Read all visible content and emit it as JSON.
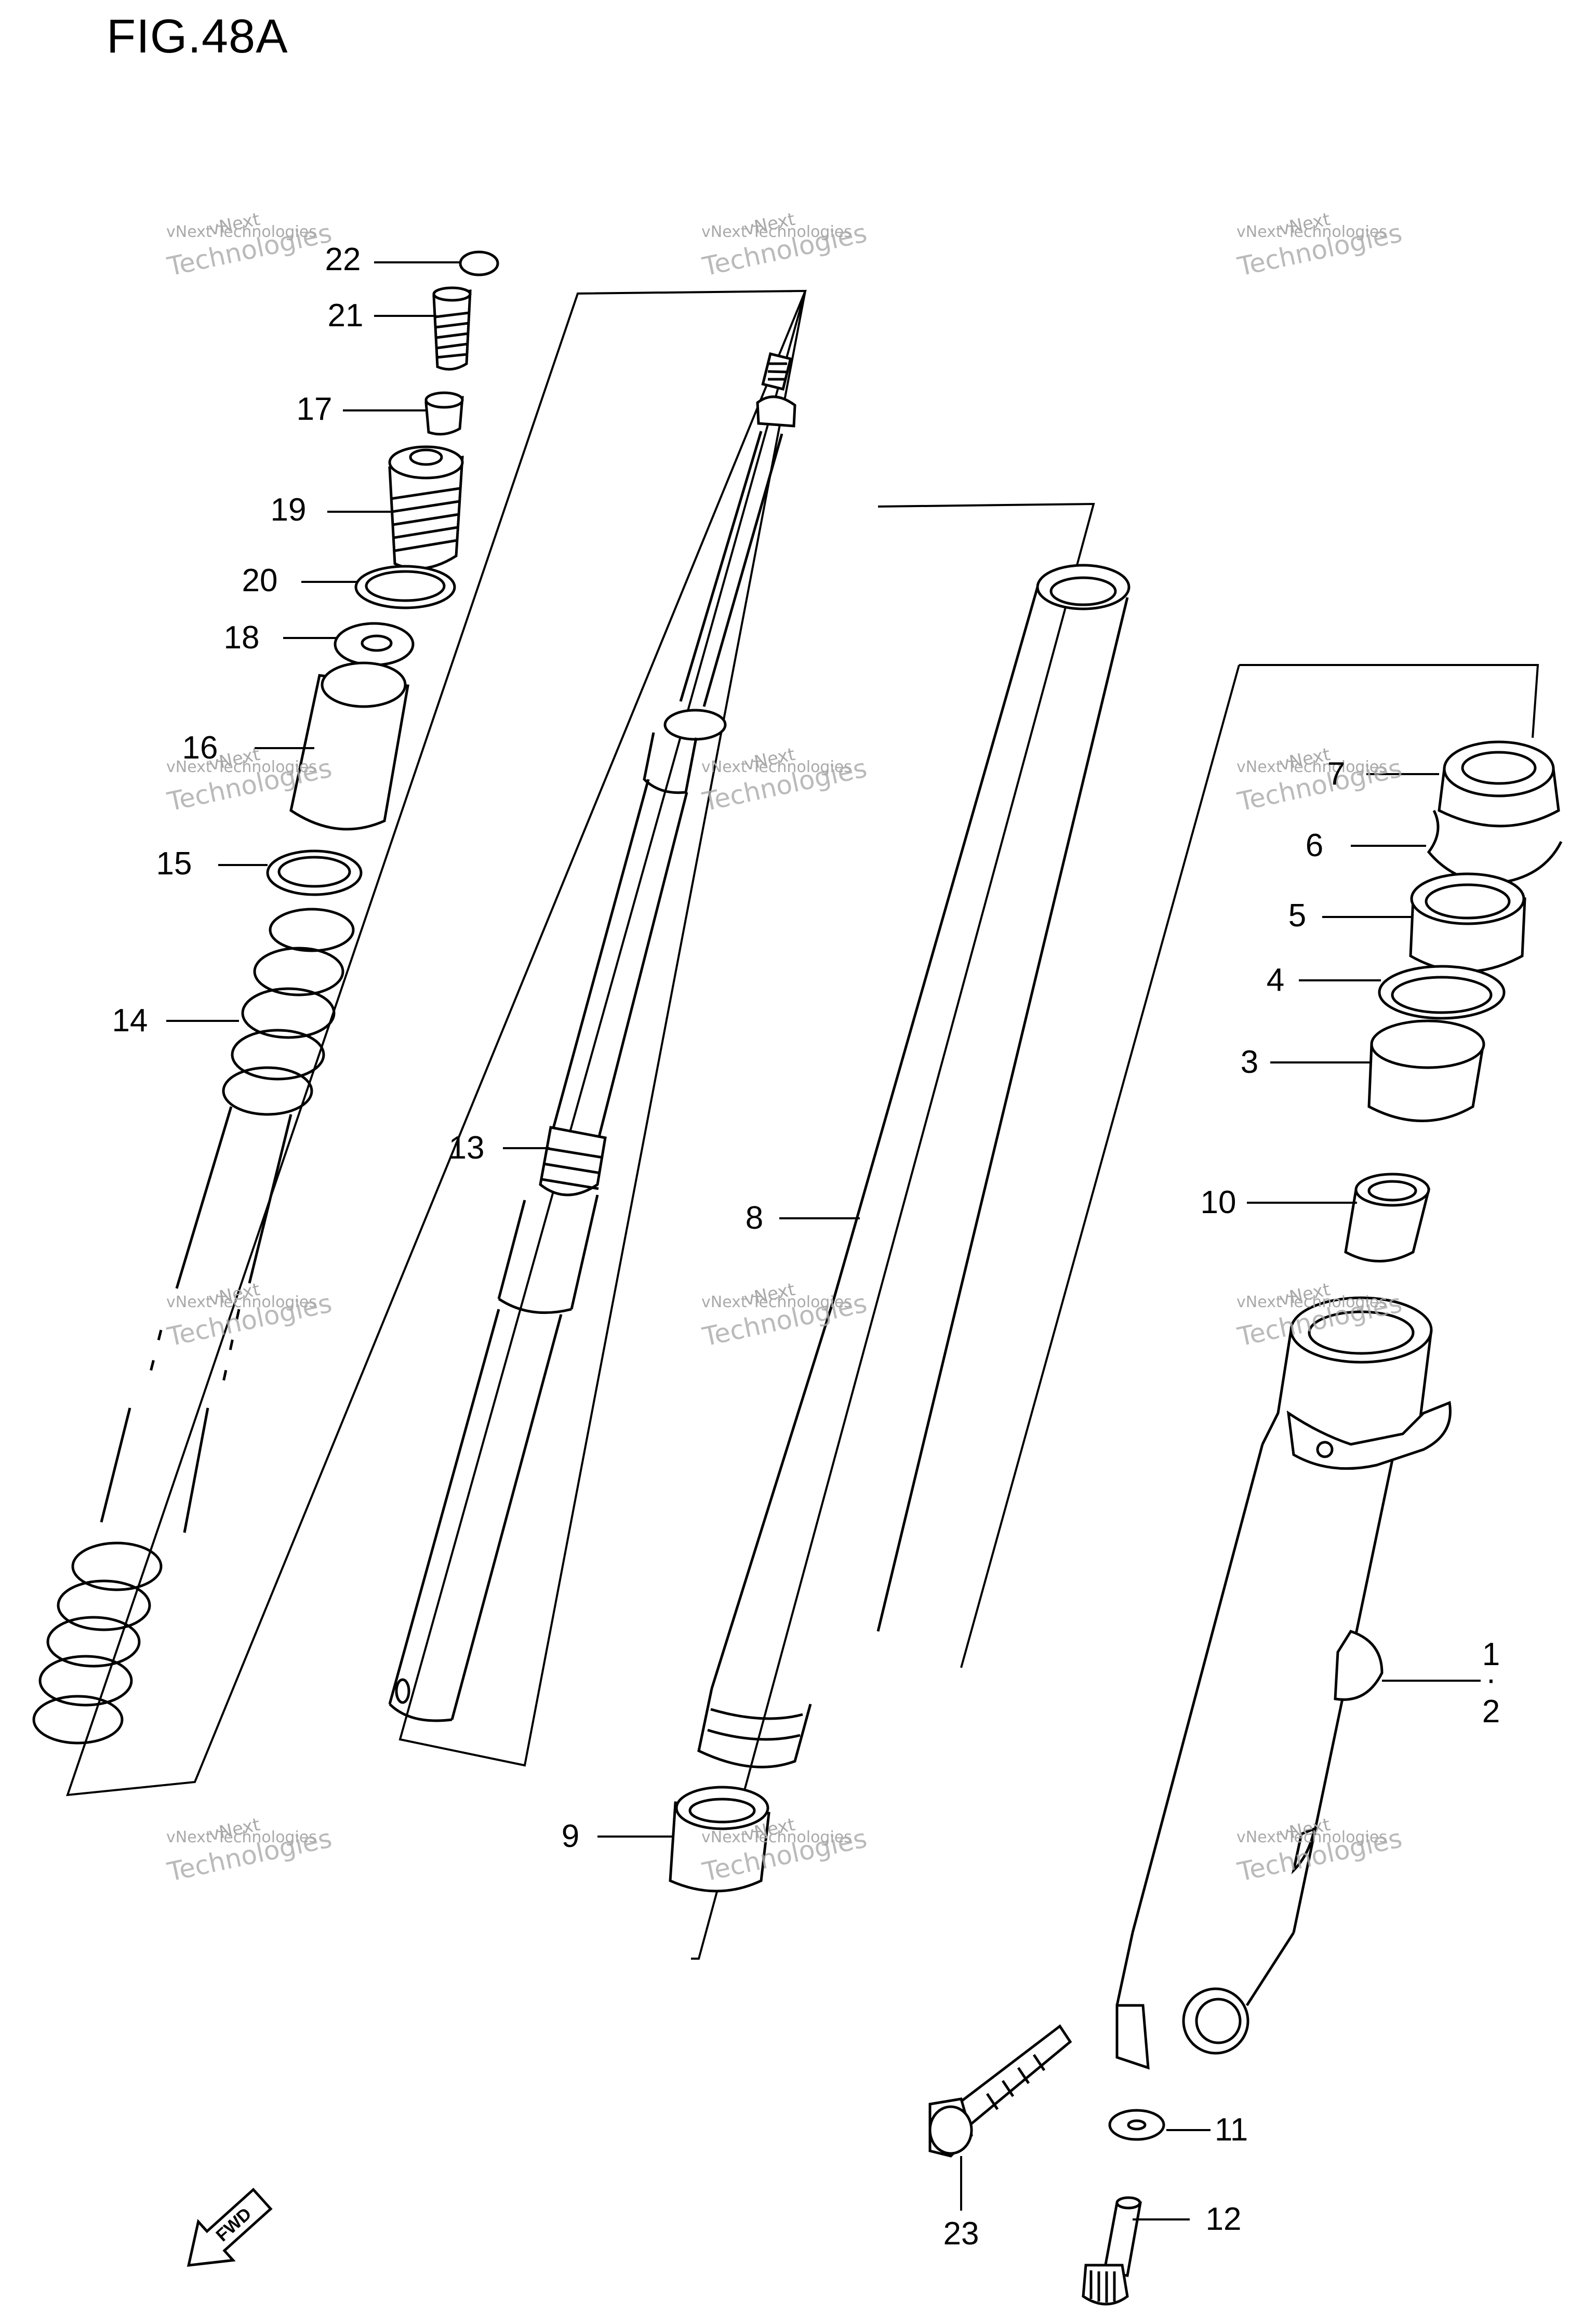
{
  "figure": {
    "title": "FIG.48A"
  },
  "watermark": {
    "line1": "vNext",
    "line2": "vNext Technologies",
    "line3": "Technologies"
  },
  "callouts": {
    "c22": "22",
    "c21": "21",
    "c17": "17",
    "c19": "19",
    "c20": "20",
    "c18": "18",
    "c16": "16",
    "c15": "15",
    "c14": "14",
    "c13": "13",
    "c8": "8",
    "c7": "7",
    "c6": "6",
    "c5": "5",
    "c4": "4",
    "c3": "3",
    "c10": "10",
    "c1": "1",
    "c2": "2",
    "c9": "9",
    "c23": "23",
    "c11": "11",
    "c12": "12"
  },
  "fwd_label": "FWD",
  "colors": {
    "ink": "#000000",
    "paper": "#ffffff",
    "watermark": "#a9a9a9"
  }
}
